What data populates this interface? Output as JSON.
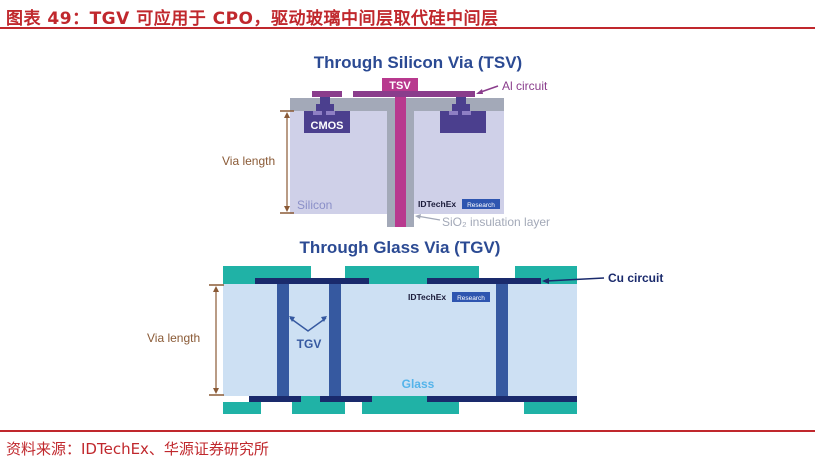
{
  "figure": {
    "title": "图表 49：TGV 可应用于 CPO，驱动玻璃中间层取代硅中间层",
    "source": "资料来源：IDTechEx、华源证券研究所"
  },
  "tsv": {
    "title": "Through Silicon Via (TSV)",
    "via_label": "TSV",
    "al_circuit_label": "Al circuit",
    "cmos_label": "CMOS",
    "via_length_label": "Via length",
    "silicon_label": "Silicon",
    "sio2_label": "SiO₂ insulation layer",
    "brand": "IDTechEx",
    "brand_badge": "Research"
  },
  "tgv": {
    "title": "Through Glass Via (TGV)",
    "cu_circuit_label": "Cu circuit",
    "tgv_label": "TGV",
    "via_length_label": "Via length",
    "glass_label": "Glass",
    "brand": "IDTechEx",
    "brand_badge": "Research"
  },
  "colors": {
    "accent_red": "#c0282d",
    "title_blue": "#2b4a93",
    "silicon": "#cfd0e8",
    "oxide": "#a3a9b8",
    "tsv_magenta": "#b8398e",
    "al_purple": "#8a3d8c",
    "cmos": "#4b3f8e",
    "glass": "#cde0f3",
    "cu_teal": "#20b2a6",
    "cu_navy": "#1a2a6c",
    "tgv_blue": "#3659a0",
    "via_length_brown": "#8a5a36"
  }
}
